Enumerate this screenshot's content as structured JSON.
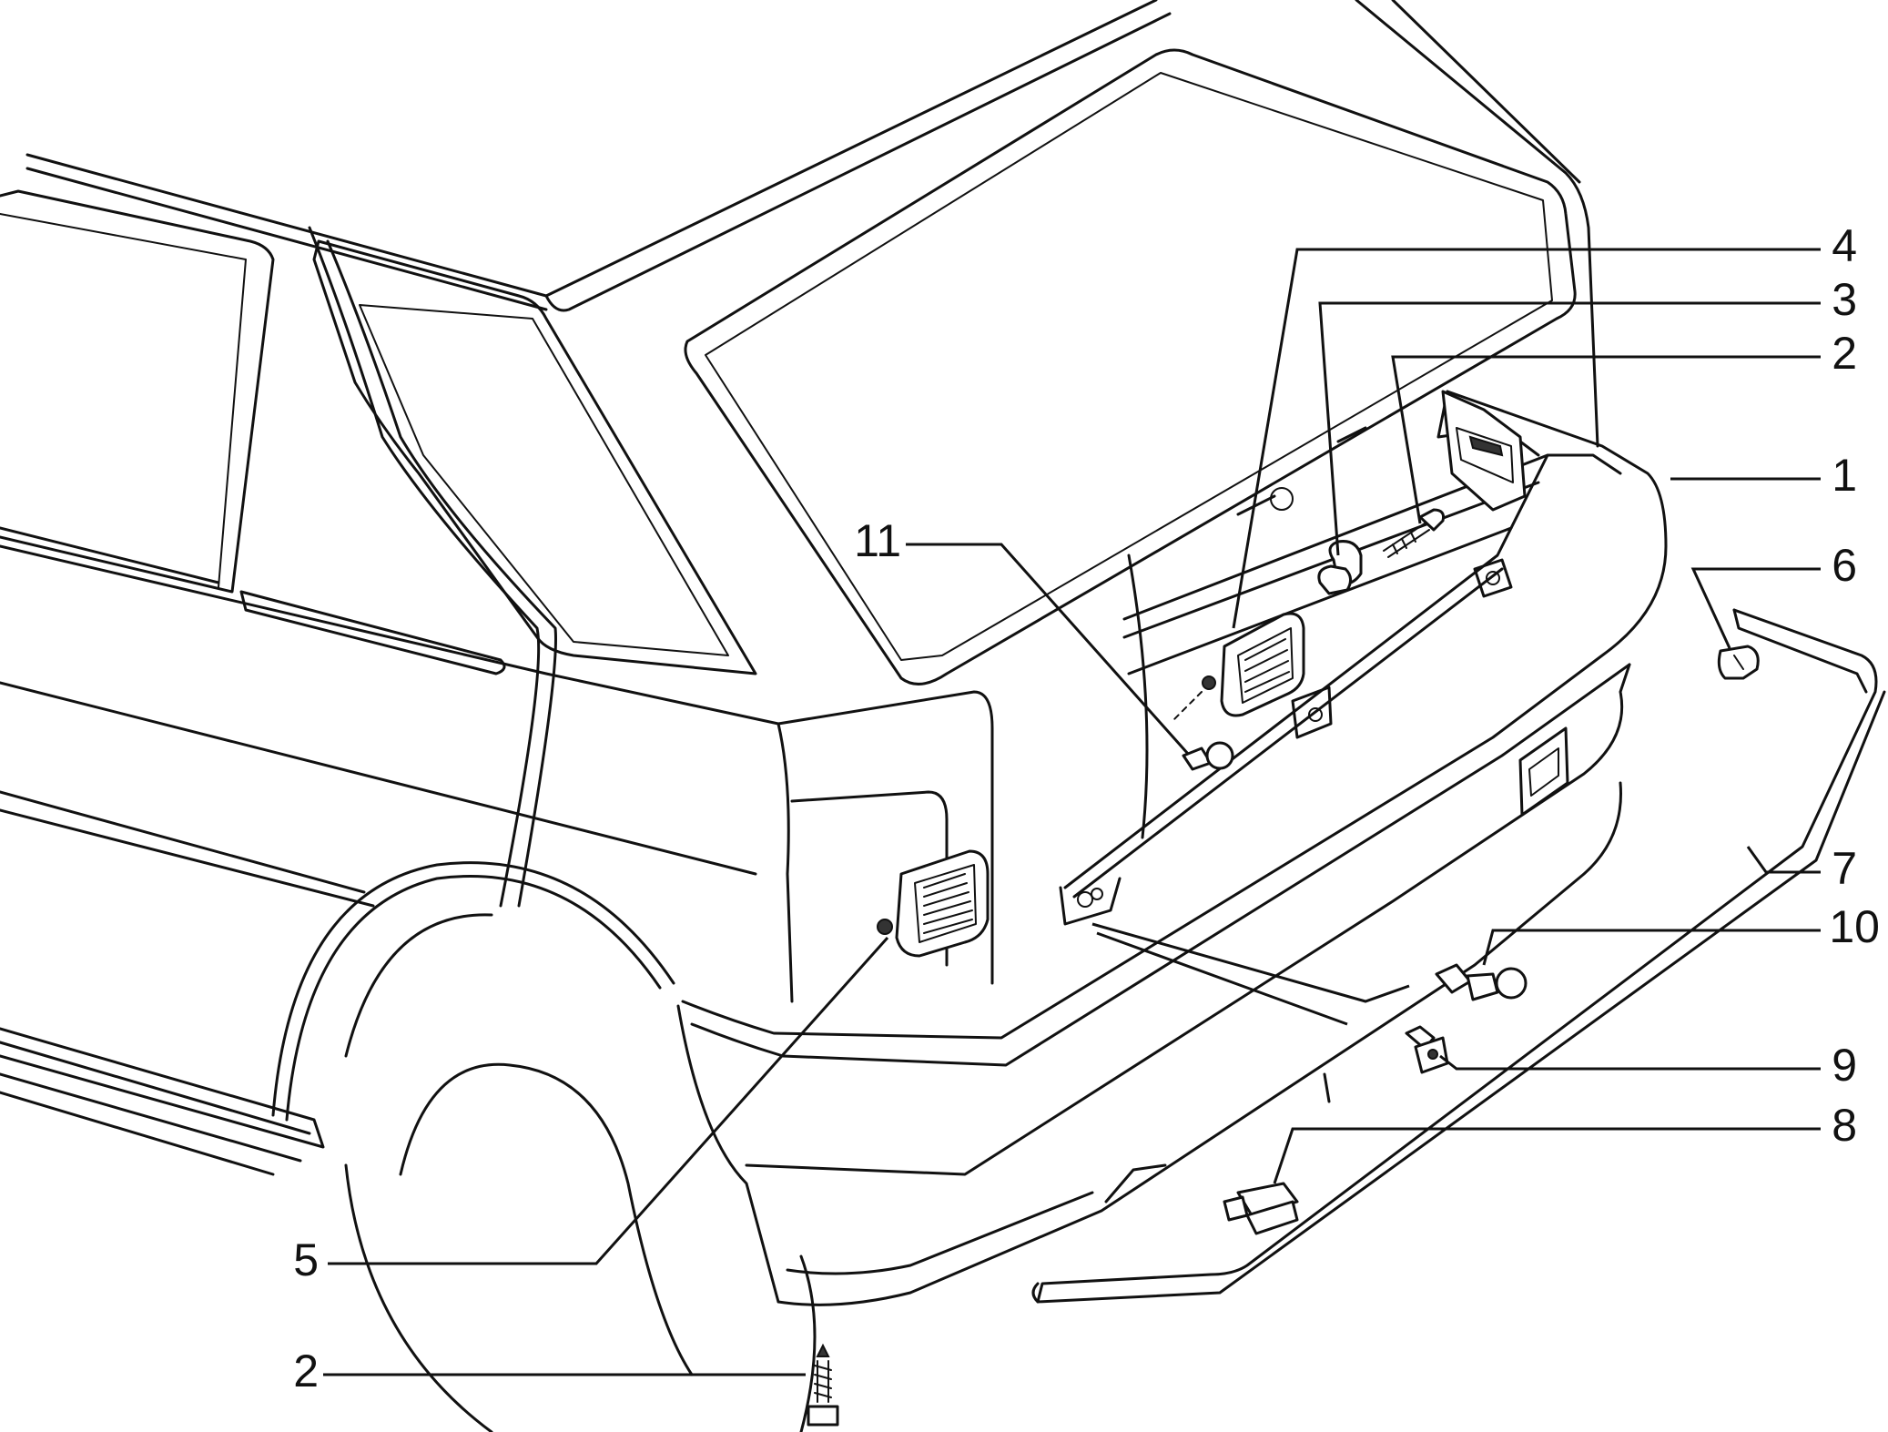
{
  "callouts": [
    {
      "id": "1",
      "label": "1"
    },
    {
      "id": "2a",
      "label": "2"
    },
    {
      "id": "3",
      "label": "3"
    },
    {
      "id": "4",
      "label": "4"
    },
    {
      "id": "5",
      "label": "5"
    },
    {
      "id": "6",
      "label": "6"
    },
    {
      "id": "7",
      "label": "7"
    },
    {
      "id": "8",
      "label": "8"
    },
    {
      "id": "9",
      "label": "9"
    },
    {
      "id": "10",
      "label": "10"
    },
    {
      "id": "11",
      "label": "11"
    },
    {
      "id": "2b",
      "label": "2"
    }
  ],
  "colors": {
    "line": "#111111",
    "background": "#ffffff"
  }
}
